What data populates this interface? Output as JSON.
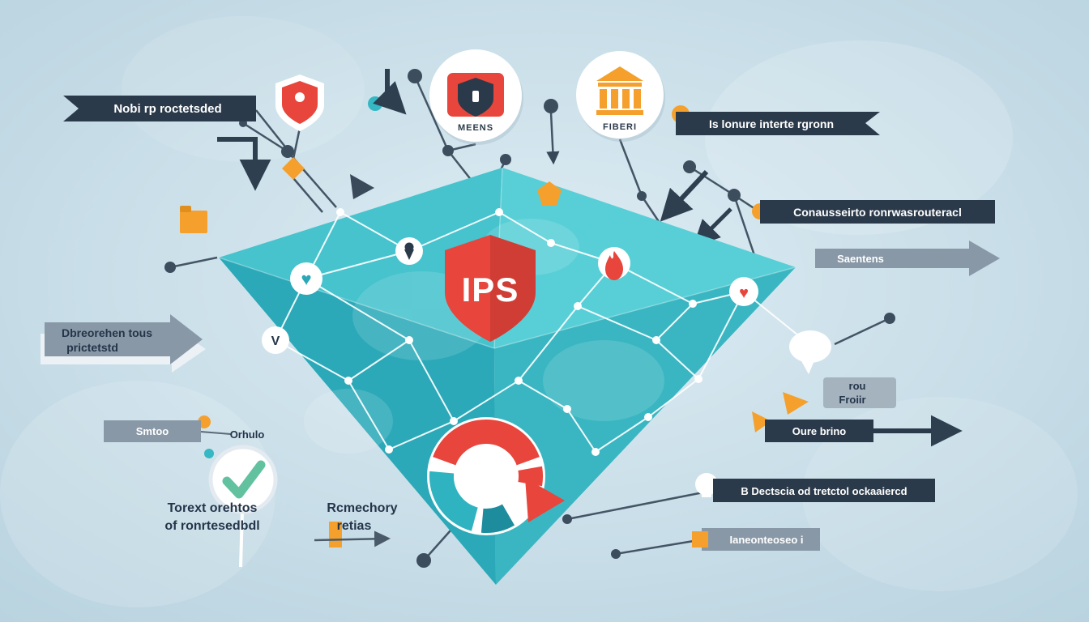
{
  "center": {
    "shield_text": "IPS"
  },
  "icons": {
    "firewall_label": "MEENS",
    "bank_label": "FIBERI"
  },
  "banners": {
    "top_left": "Nobi rp roctetsded",
    "top_right": "Is lonure interte rgronn",
    "right_upper": "Conausseirto ronrwasrouteracl",
    "right_arrow": "Saentens",
    "left_arrow_line1": "Dbreorehen tous",
    "left_arrow_line2": "prictetstd",
    "left_lower": "Smtoo",
    "left_small": "Orhulo",
    "right_small_line1": "rou",
    "right_small_line2": "Froiir",
    "right_lower": "Oure brino",
    "bottom_right": "B Dectscia od tretctol ockaaiercd",
    "bottom_mid": "Ianeonteoseo i",
    "bottom_left_line1": "Torext orehtos",
    "bottom_left_line2": "of ronrtesedbdl",
    "bottom_center_line1": "Rcmechory",
    "bottom_center_line2": "retias"
  },
  "colors": {
    "accent_red": "#e8453c",
    "teal": "#35b8c4",
    "navy_banner": "#2b3a4a",
    "gray_banner": "#8998a7",
    "orange": "#f5a02d",
    "background": "#c9dde8",
    "check_green": "#62c2a0"
  }
}
